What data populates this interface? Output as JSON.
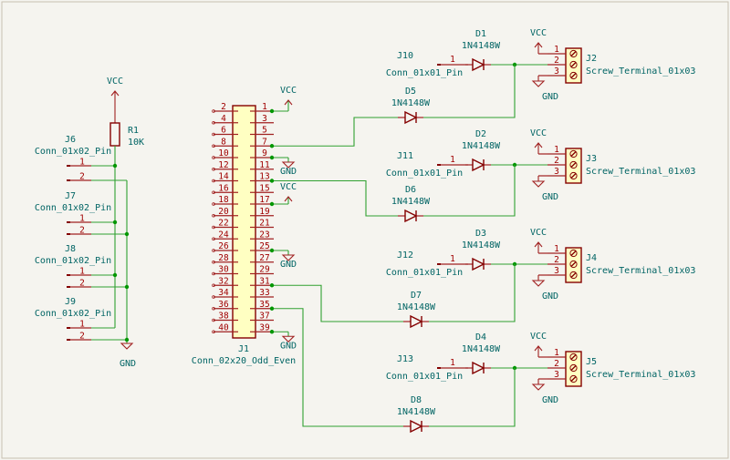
{
  "colors": {
    "background": "#f5f4ef",
    "component": "#840000",
    "pin": "#a02020",
    "wire": "#30a030",
    "text": "#006464",
    "body_fill": "#ffffc2",
    "junction": "#009600"
  },
  "power": {
    "vcc": "VCC",
    "gnd": "GND"
  },
  "resistor": {
    "ref": "R1",
    "value": "10K"
  },
  "left_connectors": [
    {
      "ref": "J6",
      "value": "Conn_01x02_Pin",
      "pins": [
        "1",
        "2"
      ]
    },
    {
      "ref": "J7",
      "value": "Conn_01x02_Pin",
      "pins": [
        "1",
        "2"
      ]
    },
    {
      "ref": "J8",
      "value": "Conn_01x02_Pin",
      "pins": [
        "1",
        "2"
      ]
    },
    {
      "ref": "J9",
      "value": "Conn_01x02_Pin",
      "pins": [
        "1",
        "2"
      ]
    }
  ],
  "header": {
    "ref": "J1",
    "value": "Conn_02x20_Odd_Even",
    "left_pins": [
      "2",
      "4",
      "6",
      "8",
      "10",
      "12",
      "14",
      "16",
      "18",
      "20",
      "22",
      "24",
      "26",
      "28",
      "30",
      "32",
      "34",
      "36",
      "38",
      "40"
    ],
    "right_pins": [
      "1",
      "3",
      "5",
      "7",
      "9",
      "11",
      "13",
      "15",
      "17",
      "19",
      "21",
      "23",
      "25",
      "27",
      "29",
      "31",
      "33",
      "35",
      "37",
      "39"
    ]
  },
  "channels": [
    {
      "pin_conn": {
        "ref": "J10",
        "value": "Conn_01x01_Pin",
        "pin": "1"
      },
      "diode_a": {
        "ref": "D1",
        "value": "1N4148W"
      },
      "diode_b": {
        "ref": "D5",
        "value": "1N4148W"
      },
      "terminal": {
        "ref": "J2",
        "value": "Screw_Terminal_01x03",
        "pins": [
          "1",
          "2",
          "3"
        ]
      }
    },
    {
      "pin_conn": {
        "ref": "J11",
        "value": "Conn_01x01_Pin",
        "pin": "1"
      },
      "diode_a": {
        "ref": "D2",
        "value": "1N4148W"
      },
      "diode_b": {
        "ref": "D6",
        "value": "1N4148W"
      },
      "terminal": {
        "ref": "J3",
        "value": "Screw_Terminal_01x03",
        "pins": [
          "1",
          "2",
          "3"
        ]
      }
    },
    {
      "pin_conn": {
        "ref": "J12",
        "value": "Conn_01x01_Pin",
        "pin": "1"
      },
      "diode_a": {
        "ref": "D3",
        "value": "1N4148W"
      },
      "diode_b": {
        "ref": "D7",
        "value": "1N4148W"
      },
      "terminal": {
        "ref": "J4",
        "value": "Screw_Terminal_01x03",
        "pins": [
          "1",
          "2",
          "3"
        ]
      }
    },
    {
      "pin_conn": {
        "ref": "J13",
        "value": "Conn_01x01_Pin",
        "pin": "1"
      },
      "diode_a": {
        "ref": "D4",
        "value": "1N4148W"
      },
      "diode_b": {
        "ref": "D8",
        "value": "1N4148W"
      },
      "terminal": {
        "ref": "J5",
        "value": "Screw_Terminal_01x03",
        "pins": [
          "1",
          "2",
          "3"
        ]
      }
    }
  ]
}
